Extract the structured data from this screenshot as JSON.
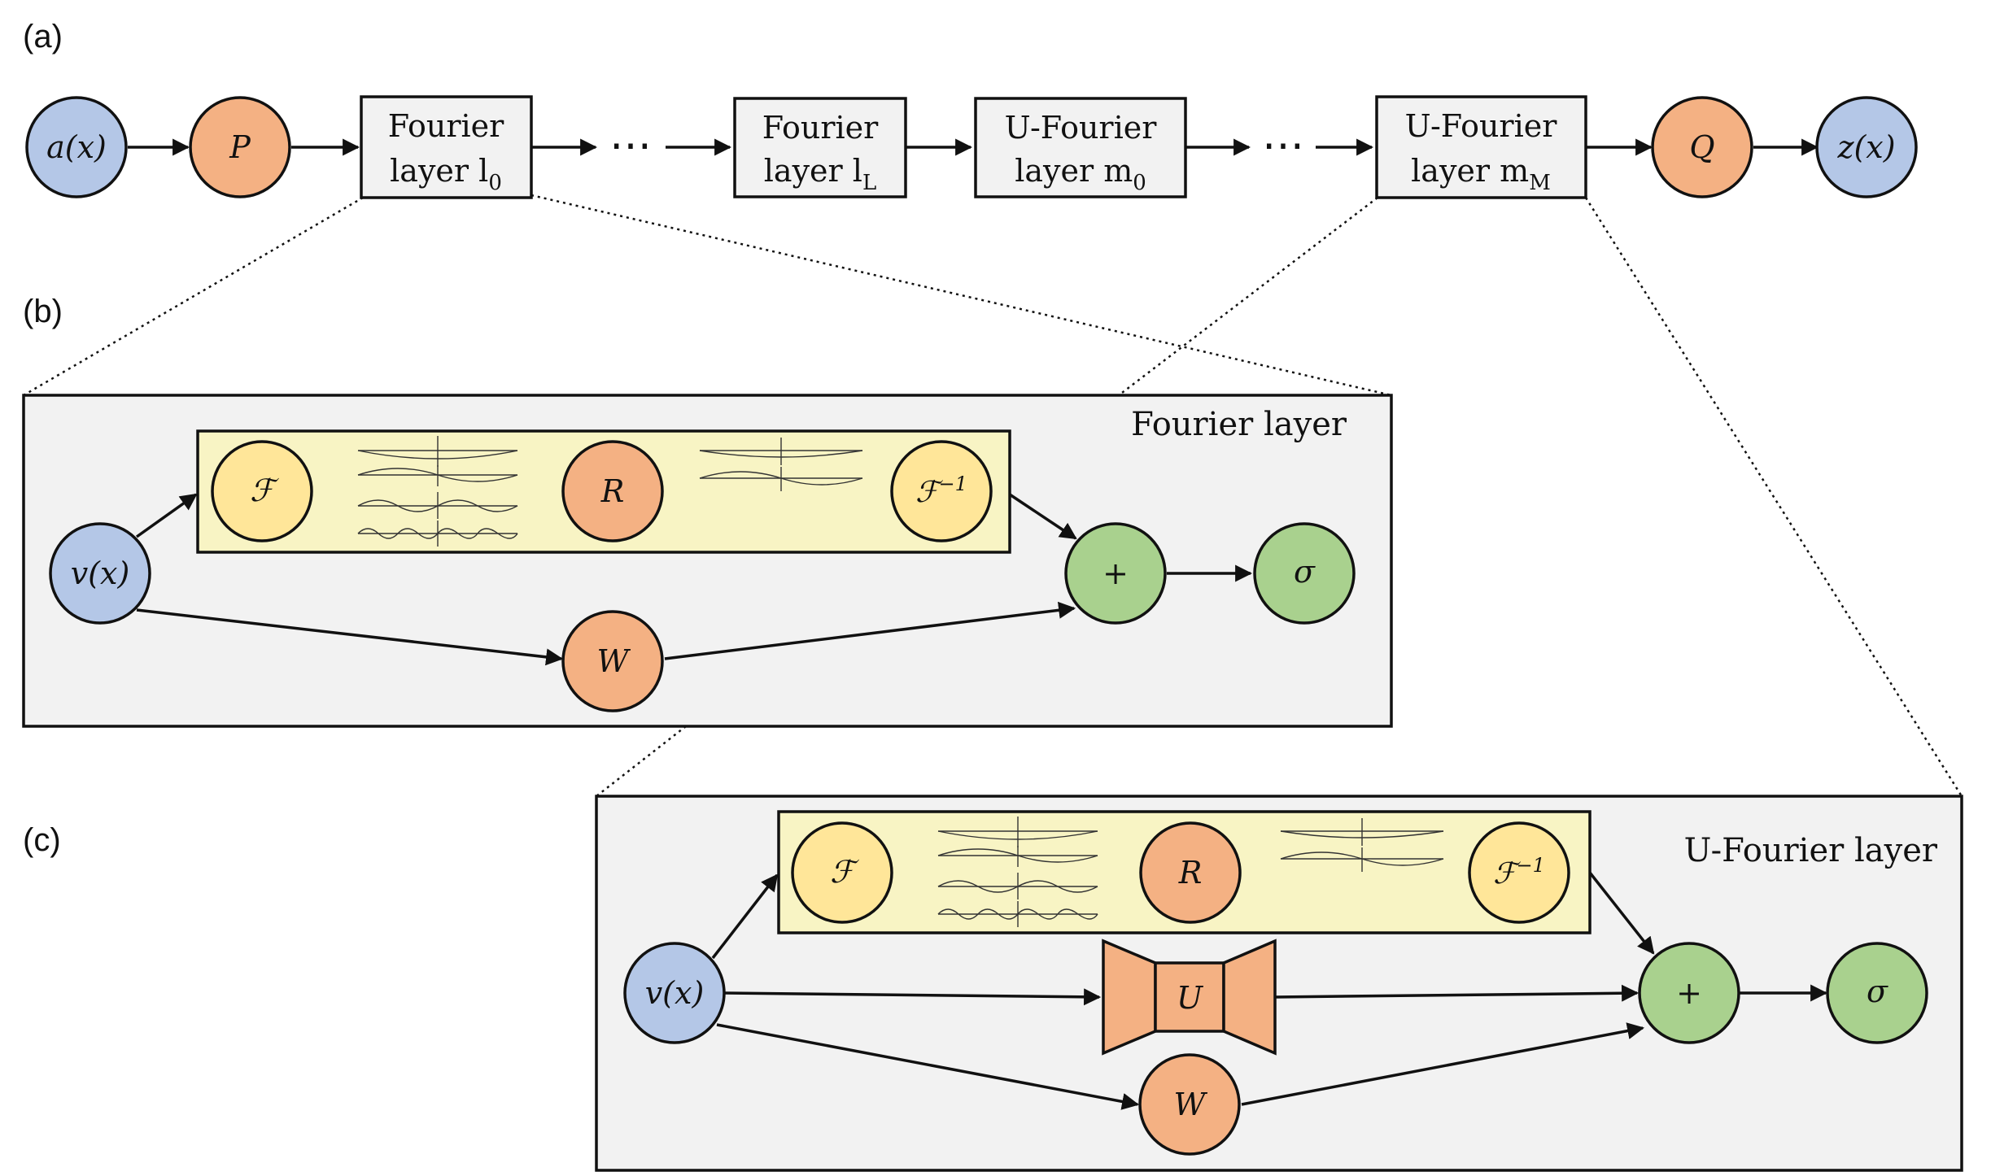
{
  "colors": {
    "blue": "#b4c7e7",
    "orange": "#f4b183",
    "yellow": "#ffe699",
    "green": "#a9d18e",
    "panel_fill": "#f2f2f2",
    "band_fill": "#f8f4c4",
    "box_fill": "#f2f2f2",
    "stroke": "#111111"
  },
  "panel_a": {
    "label": "(a)",
    "input": "a(x)",
    "lift": "P",
    "blocks": [
      {
        "line1": "Fourier",
        "line2_text": "layer ",
        "var": "l",
        "sub": "0"
      },
      {
        "line1": "Fourier",
        "line2_text": "layer ",
        "var": "l",
        "sub": "L"
      },
      {
        "line1": "U-Fourier",
        "line2_text": "layer ",
        "var": "m",
        "sub": "0"
      },
      {
        "line1": "U-Fourier",
        "line2_text": "layer ",
        "var": "m",
        "sub": "M"
      }
    ],
    "ellipsis": "⋯",
    "project": "Q",
    "output": "z(x)"
  },
  "panel_b": {
    "label": "(b)",
    "title": "Fourier layer",
    "input": "v(x)",
    "fourier": "ℱ",
    "filter": "R",
    "inverse_base": "ℱ",
    "inverse_sup": "−1",
    "sum": "+",
    "weight": "W",
    "activation": "σ"
  },
  "panel_c": {
    "label": "(c)",
    "title": "U-Fourier layer",
    "input": "v(x)",
    "fourier": "ℱ",
    "filter": "R",
    "inverse_base": "ℱ",
    "inverse_sup": "−1",
    "unet": "U",
    "sum": "+",
    "weight": "W",
    "activation": "σ"
  }
}
